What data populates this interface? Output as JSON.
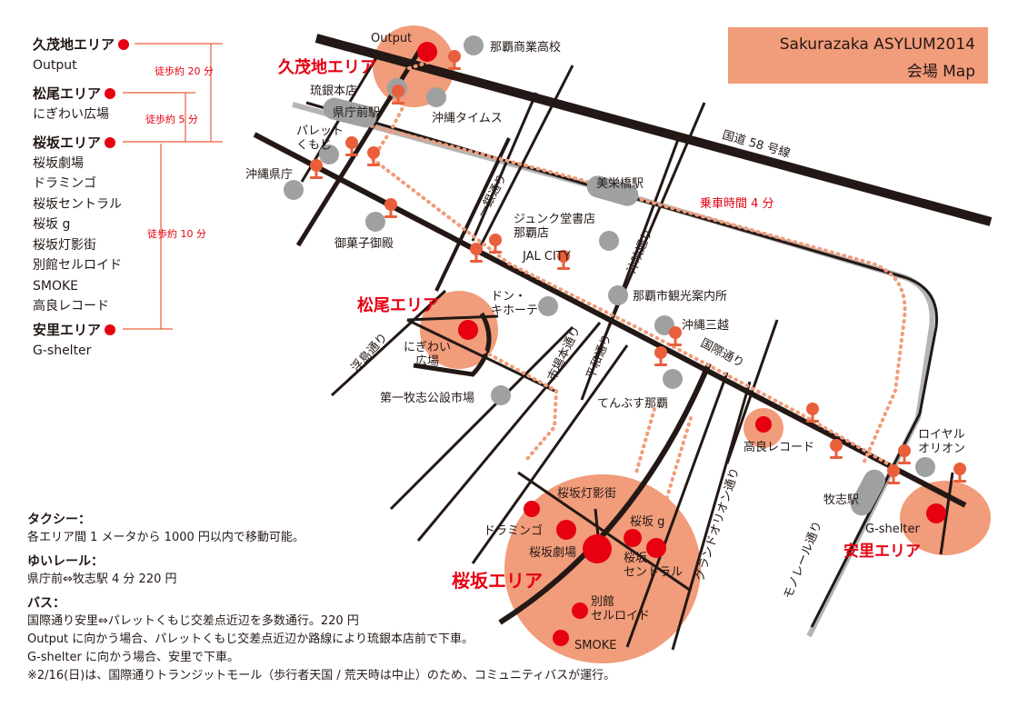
{
  "title": {
    "line1": "Sakurazaka ASYLUM2014",
    "line2": "会場 Map"
  },
  "colors": {
    "accent_red": "#e60012",
    "area_salmon": "#f19c7a",
    "marker_orange": "#e95f3c",
    "landmark_gray": "#9fa0a0",
    "road_black": "#231815",
    "rail_gray": "#b5b5b6"
  },
  "legend": [
    {
      "area": "久茂地エリア",
      "venues": [
        "Output"
      ]
    },
    {
      "area": "松尾エリア",
      "venues": [
        "にぎわい広場"
      ]
    },
    {
      "area": "桜坂エリア",
      "venues": [
        "桜坂劇場",
        "ドラミンゴ",
        "桜坂セントラル",
        "桜坂 g",
        "桜坂灯影街",
        "別館セルロイド",
        "SMOKE",
        "高良レコード"
      ]
    },
    {
      "area": "安里エリア",
      "venues": [
        "G-shelter"
      ]
    }
  ],
  "walk_times": [
    "徒歩約 20 分",
    "徒歩約 5 分",
    "徒歩約 10 分"
  ],
  "info": {
    "taxi_head": "タクシー：",
    "taxi_text": "各エリア間 1 メータから 1000 円以内で移動可能。",
    "rail_head": "ゆいレール：",
    "rail_text": "県庁前⇔牧志駅 4 分 220 円",
    "bus_head": "バス：",
    "bus_lines": [
      "国際通り安里⇔パレットくもじ交差点近辺を多数通行。220 円",
      "Output に向かう場合、パレットくもじ交差点近辺か路線により琉銀本店前で下車。",
      "G-shelter に向かう場合、安里で下車。",
      "※2/16(日)は、国際通りトランジットモール（歩行者天国 / 荒天時は中止）のため、コミュニティバスが運行。"
    ]
  },
  "map": {
    "area_labels": {
      "kumoji": "久茂地エリア",
      "matsuo": "松尾エリア",
      "sakurazaka": "桜坂エリア",
      "asato": "安里エリア"
    },
    "venues": {
      "output": "Output",
      "nigiwai": "にぎわい\n広場",
      "takara": "高良レコード",
      "gshelter": "G-shelter",
      "toeigai": "桜坂灯影街",
      "doramingo": "ドラミンゴ",
      "g": "桜坂 g",
      "gekijo": "桜坂劇場",
      "central": "桜坂\nセントラル",
      "celluloid": "別館\nセルロイド",
      "smoke": "SMOKE"
    },
    "landmarks": {
      "naha_shogyo": "那覇商業高校",
      "ryugin": "琉銀本店",
      "okinawa_times": "沖縄タイムス",
      "palette": "パレット\nくもじ",
      "kencho": "沖縄県庁",
      "okashigoten": "御菓子御殿",
      "junkudo": "ジュンク堂書店\n那覇店",
      "jalcity": "JAL CITY",
      "donki": "ドン・\nキホーテ",
      "kanko": "那覇市観光案内所",
      "mitsukoshi": "沖縄三越",
      "tenbusu": "てんぶす那覇",
      "makishi_ichiba": "第一牧志公設市場",
      "royal_orion": "ロイヤル\nオリオン"
    },
    "stations": {
      "kenchomae": "県庁前駅",
      "miebashi": "美栄橋駅",
      "makishi": "牧志駅"
    },
    "roads": {
      "route58": "国道 58 号線",
      "ichigin": "一銀通り",
      "okiei": "沖映通り",
      "kokusai": "国際通り",
      "ukishima": "浮島通り",
      "ichiba": "市場本通り",
      "heiwa": "平和通り",
      "grand_orion": "グランドオリオン通り",
      "monorail": "モノレール通り"
    },
    "ride_time": "乗車時間 4 分"
  }
}
